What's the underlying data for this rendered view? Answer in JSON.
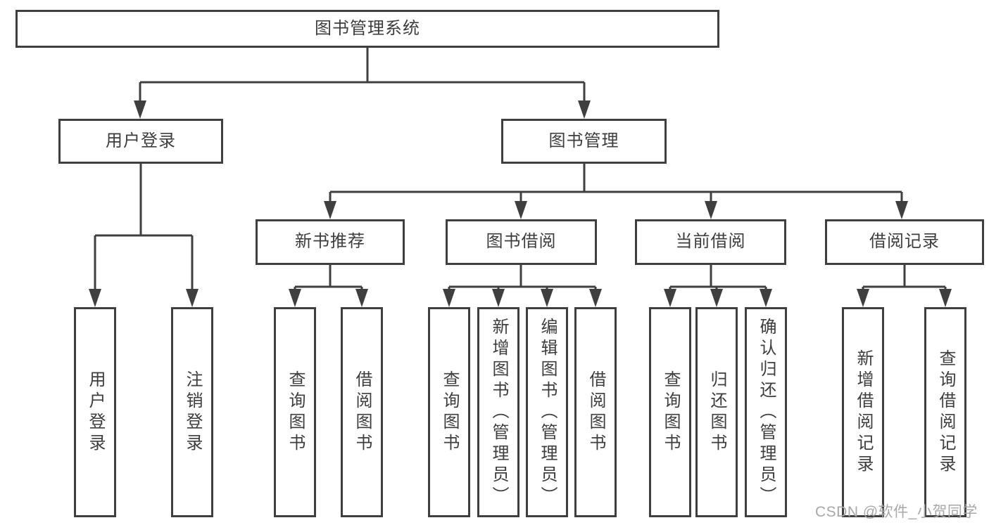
{
  "diagram": {
    "root": {
      "label": "图书管理系统"
    },
    "branches": [
      {
        "label": "用户登录",
        "children": [
          {
            "label": "用户登录"
          },
          {
            "label": "注销登录"
          }
        ]
      },
      {
        "label": "图书管理",
        "children": [
          {
            "label": "新书推荐",
            "children": [
              {
                "label": "查询图书"
              },
              {
                "label": "借阅图书"
              }
            ]
          },
          {
            "label": "图书借阅",
            "children": [
              {
                "label": "查询图书"
              },
              {
                "label": "新增图书（管理员）"
              },
              {
                "label": "编辑图书（管理员）"
              },
              {
                "label": "借阅图书"
              }
            ]
          },
          {
            "label": "当前借阅",
            "children": [
              {
                "label": "查询图书"
              },
              {
                "label": "归还图书"
              },
              {
                "label": "确认归还（管理员）"
              }
            ]
          },
          {
            "label": "借阅记录",
            "children": [
              {
                "label": "新增借阅记录"
              },
              {
                "label": "查询借阅记录"
              }
            ]
          }
        ]
      }
    ]
  },
  "watermark": {
    "text": "CSDN @软件_小贺同学"
  },
  "colors": {
    "line": "#3f3f3f",
    "text": "#3d3d3d",
    "background": "#ffffff",
    "watermark": "#a8a8a8"
  }
}
